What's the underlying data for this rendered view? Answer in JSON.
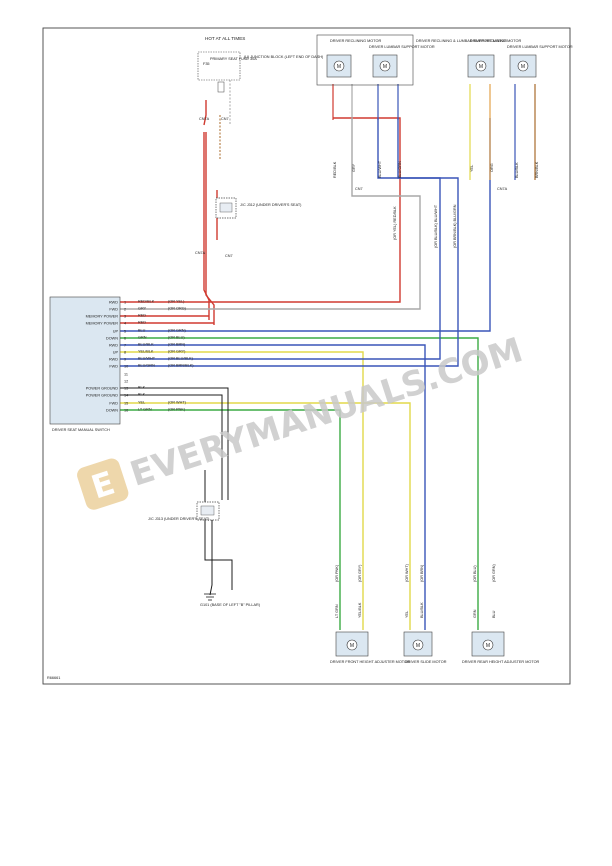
{
  "header": {
    "hot_at_all_times": "HOT AT ALL TIMES",
    "fuse_label": "PRIMARY SEAT FUSE 30A",
    "fuse_name": "F35",
    "jb_label": "(U) JUNCTION BLOCK (LEFT END OF DASH)"
  },
  "top_motors": {
    "reclining_left": "DRIVER RECLINING MOTOR",
    "lumbar_left": "DRIVER LUMBAR SUPPORT MOTOR",
    "group_label": "DRIVER RECLINING & LUMBAR SUPPORT MOTOR",
    "reclining_right": "DRIVER RECLINING MOTOR",
    "lumbar_right": "DRIVER LUMBAR SUPPORT MOTOR"
  },
  "splices": {
    "j312": "J/C J312 (UNDER DRIVER'S SEAT)",
    "j313": "J/C J313 (UNDER DRIVER'S SEAT)",
    "ground": "G101 (BASE OF LEFT \"B\" PILLAR)"
  },
  "connectors": {
    "cn7": "CN7",
    "cn7a": "CN7A",
    "cn7a_right": "CN7A"
  },
  "switch": {
    "title": "DRIVER SEAT MANUAL SWITCH",
    "pins": [
      {
        "label": "RWD",
        "num": "1",
        "wire": "RED/BLK",
        "alt": "(OR YEL)"
      },
      {
        "label": "FWD",
        "num": "2",
        "wire": "GRY",
        "alt": "(OR ORG)"
      },
      {
        "label": "MEMORY POWER",
        "num": "3",
        "wire": "RED",
        "alt": ""
      },
      {
        "label": "MEMORY POWER",
        "num": "4",
        "wire": "RED",
        "alt": ""
      },
      {
        "label": "UP",
        "num": "5",
        "wire": "BLU",
        "alt": "(OR GRN)"
      },
      {
        "label": "DOWN",
        "num": "6",
        "wire": "GRN",
        "alt": "(OR BLU)"
      },
      {
        "label": "RWD",
        "num": "7",
        "wire": "BLU/BLK",
        "alt": "(OR BRN)"
      },
      {
        "label": "UP",
        "num": "8",
        "wire": "YEL/BLK",
        "alt": "(OR GRY)"
      },
      {
        "label": "RWD",
        "num": "9",
        "wire": "BLU/WHT",
        "alt": "(OR BLU/BLK)"
      },
      {
        "label": "FWD",
        "num": "10",
        "wire": "BLU/GRN",
        "alt": "(OR BRN/BLK)"
      },
      {
        "label": "",
        "num": "11",
        "wire": "",
        "alt": ""
      },
      {
        "label": "",
        "num": "12",
        "wire": "",
        "alt": ""
      },
      {
        "label": "POWER GROUND",
        "num": "13",
        "wire": "BLK",
        "alt": ""
      },
      {
        "label": "POWER GROUND",
        "num": "14",
        "wire": "BLK",
        "alt": ""
      },
      {
        "label": "FWD",
        "num": "15",
        "wire": "YEL",
        "alt": "(OR WHT)"
      },
      {
        "label": "DOWN",
        "num": "16",
        "wire": "LT GRN",
        "alt": "(OR PNK)"
      }
    ]
  },
  "bottom_motors": {
    "front_height": "DRIVER FRONT HEIGHT ADJUSTER MOTOR",
    "slide": "DRIVER SLIDE MOTOR",
    "rear_height": "DRIVER REAR HEIGHT ADJUSTER MOTOR"
  },
  "bottom_wires": {
    "front_a": "LT GRN",
    "front_a_alt": "(OR PNK)",
    "front_b": "YEL/BLK",
    "front_b_alt": "(OR GRY)",
    "slide_a": "YEL",
    "slide_a_alt": "(OR WHT)",
    "slide_b": "BLU/BLK",
    "slide_b_alt": "(OR BRN)",
    "rear_a": "GRN",
    "rear_a_alt": "(OR BLU)",
    "rear_b": "BLU",
    "rear_b_alt": "(OR GRN)"
  },
  "upper_wires": {
    "w1": "RED/BLK",
    "w2": "GRY",
    "w3": "BLU/WHT",
    "w4": "BLU/GRN",
    "w5": "YEL",
    "w6": "ORG",
    "w7": "BLU/BLK",
    "w8": "BRN/BLK",
    "v1": "(OR YEL) RED/BLK",
    "v2": "(OR BLU/BLK) BLU/WHT",
    "v3": "(OR BRN/BLK) BLU/GRN"
  },
  "watermark": "EVERYMANUALS.COM",
  "figure_id": "R66661",
  "colors": {
    "red": "#d03a30",
    "gray": "#a8a8a8",
    "blue": "#3a55b8",
    "green": "#3cab45",
    "yellow": "#e2d84a",
    "black": "#1c1c1c",
    "brown": "#a86a2a",
    "border": "#444444"
  }
}
